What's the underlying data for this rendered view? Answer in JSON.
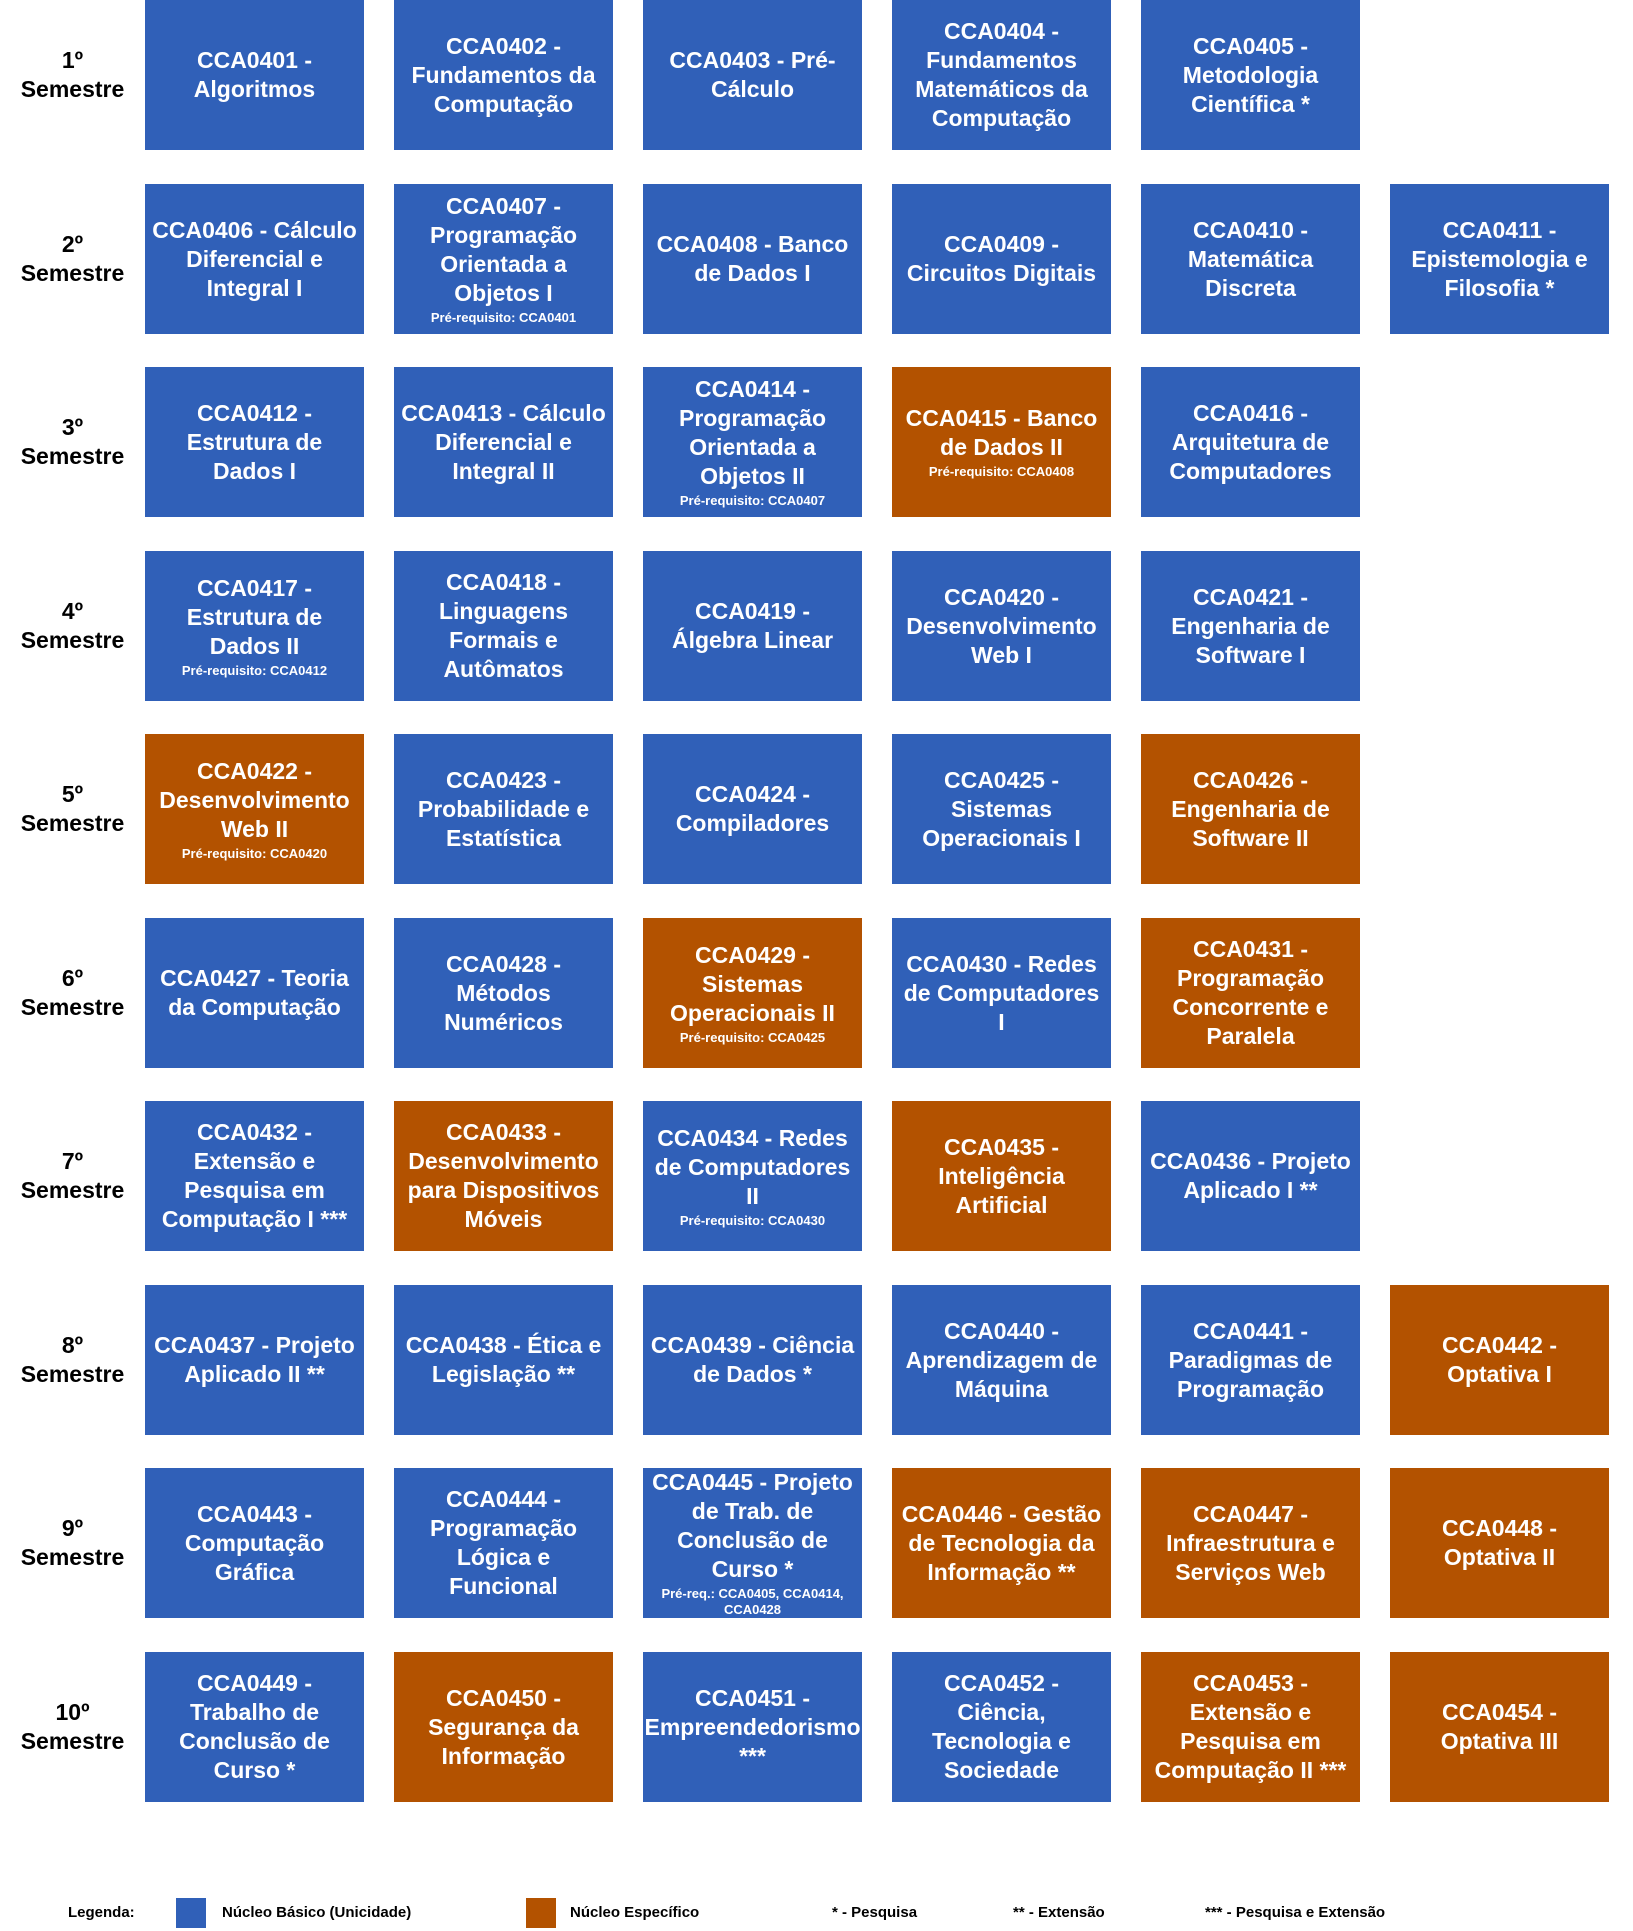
{
  "colors": {
    "basic": "#3060b8",
    "specific": "#b35200"
  },
  "semesters": [
    {
      "label": "1º\nSemestre",
      "courses": [
        {
          "title": "CCA0401 -\nAlgoritmos",
          "type": "basic"
        },
        {
          "title": "CCA0402 -\nFundamentos da\nComputação",
          "type": "basic"
        },
        {
          "title": "CCA0403 - Pré-\nCálculo",
          "type": "basic"
        },
        {
          "title": "CCA0404 -\nFundamentos\nMatemáticos da\nComputação",
          "type": "basic"
        },
        {
          "title": "CCA0405 -\nMetodologia\nCientífica *",
          "type": "basic"
        }
      ]
    },
    {
      "label": "2º\nSemestre",
      "courses": [
        {
          "title": "CCA0406 - Cálculo\nDiferencial e\nIntegral I",
          "type": "basic"
        },
        {
          "title": "CCA0407 -\nProgramação\nOrientada a\nObjetos I",
          "prereq": "Pré-requisito: CCA0401",
          "type": "basic"
        },
        {
          "title": "CCA0408 - Banco\nde Dados I",
          "type": "basic"
        },
        {
          "title": "CCA0409 -\nCircuitos Digitais",
          "type": "basic"
        },
        {
          "title": "CCA0410 -\nMatemática\nDiscreta",
          "type": "basic"
        },
        {
          "title": "CCA0411 -\nEpistemologia e\nFilosofia *",
          "type": "basic"
        }
      ]
    },
    {
      "label": "3º\nSemestre",
      "courses": [
        {
          "title": "CCA0412 -\nEstrutura de\nDados I",
          "type": "basic"
        },
        {
          "title": "CCA0413 - Cálculo\nDiferencial e\nIntegral II",
          "type": "basic"
        },
        {
          "title": "CCA0414 -\nProgramação\nOrientada a\nObjetos II",
          "prereq": "Pré-requisito: CCA0407",
          "type": "basic"
        },
        {
          "title": "CCA0415 - Banco\nde Dados II",
          "prereq": "Pré-requisito: CCA0408",
          "type": "specific"
        },
        {
          "title": "CCA0416 -\nArquitetura de\nComputadores",
          "type": "basic"
        }
      ]
    },
    {
      "label": "4º\nSemestre",
      "courses": [
        {
          "title": "CCA0417 -\nEstrutura de\nDados II",
          "prereq": "Pré-requisito: CCA0412",
          "type": "basic"
        },
        {
          "title": "CCA0418 -\nLinguagens\nFormais e\nAutômatos",
          "type": "basic"
        },
        {
          "title": "CCA0419 -\nÁlgebra Linear",
          "type": "basic"
        },
        {
          "title": "CCA0420 -\nDesenvolvimento\nWeb I",
          "type": "basic"
        },
        {
          "title": "CCA0421 -\nEngenharia de\nSoftware I",
          "type": "basic"
        }
      ]
    },
    {
      "label": "5º\nSemestre",
      "courses": [
        {
          "title": "CCA0422 -\nDesenvolvimento\nWeb II",
          "prereq": "Pré-requisito: CCA0420",
          "type": "specific"
        },
        {
          "title": "CCA0423 -\nProbabilidade e\nEstatística",
          "type": "basic"
        },
        {
          "title": "CCA0424 -\nCompiladores",
          "type": "basic"
        },
        {
          "title": "CCA0425 -\nSistemas\nOperacionais I",
          "type": "basic"
        },
        {
          "title": "CCA0426 -\nEngenharia de\nSoftware II",
          "type": "specific"
        }
      ]
    },
    {
      "label": "6º\nSemestre",
      "courses": [
        {
          "title": "CCA0427 - Teoria\nda Computação",
          "type": "basic"
        },
        {
          "title": "CCA0428 -\nMétodos\nNuméricos",
          "type": "basic"
        },
        {
          "title": "CCA0429 -\nSistemas\nOperacionais II",
          "prereq": "Pré-requisito: CCA0425",
          "type": "specific"
        },
        {
          "title": "CCA0430 - Redes\nde Computadores\nI",
          "type": "basic"
        },
        {
          "title": "CCA0431 -\nProgramação\nConcorrente e\nParalela",
          "type": "specific"
        }
      ]
    },
    {
      "label": "7º\nSemestre",
      "courses": [
        {
          "title": "CCA0432 -\nExtensão e\nPesquisa em\nComputação I ***",
          "type": "basic"
        },
        {
          "title": "CCA0433 -\nDesenvolvimento\npara Dispositivos\nMóveis",
          "type": "specific"
        },
        {
          "title": "CCA0434 - Redes\nde Computadores\nII",
          "prereq": "Pré-requisito: CCA0430",
          "type": "basic"
        },
        {
          "title": "CCA0435 -\nInteligência\nArtificial",
          "type": "specific"
        },
        {
          "title": "CCA0436 - Projeto\nAplicado I **",
          "type": "basic"
        }
      ]
    },
    {
      "label": "8º\nSemestre",
      "courses": [
        {
          "title": "CCA0437 - Projeto\nAplicado II **",
          "type": "basic"
        },
        {
          "title": "CCA0438 - Ética e\nLegislação **",
          "type": "basic"
        },
        {
          "title": "CCA0439 - Ciência\nde Dados *",
          "type": "basic"
        },
        {
          "title": "CCA0440 -\nAprendizagem de\nMáquina",
          "type": "basic"
        },
        {
          "title": "CCA0441 -\nParadigmas de\nProgramação",
          "type": "basic"
        },
        {
          "title": "CCA0442 -\nOptativa I",
          "type": "specific"
        }
      ]
    },
    {
      "label": "9º\nSemestre",
      "courses": [
        {
          "title": "CCA0443 -\nComputação\nGráfica",
          "type": "basic"
        },
        {
          "title": "CCA0444 -\nProgramação\nLógica e\nFuncional",
          "type": "basic"
        },
        {
          "title": "CCA0445 - Projeto\nde Trab. de\nConclusão de\nCurso *",
          "prereq": "Pré-req.: CCA0405, CCA0414,\nCCA0428",
          "type": "basic"
        },
        {
          "title": "CCA0446 - Gestão\nde Tecnologia da\nInformação **",
          "type": "specific"
        },
        {
          "title": "CCA0447 -\nInfraestrutura e\nServiços Web",
          "type": "specific"
        },
        {
          "title": "CCA0448 -\nOptativa II",
          "type": "specific"
        }
      ]
    },
    {
      "label": "10º\nSemestre",
      "courses": [
        {
          "title": "CCA0449 -\nTrabalho de\nConclusão de\nCurso *",
          "type": "basic"
        },
        {
          "title": "CCA0450 -\nSegurança da\nInformação",
          "type": "specific"
        },
        {
          "title": "CCA0451 -\nEmpreendedorismo\n***",
          "type": "basic"
        },
        {
          "title": "CCA0452 -\nCiência,\nTecnologia e\nSociedade",
          "type": "basic"
        },
        {
          "title": "CCA0453 -\nExtensão e\nPesquisa em\nComputação II ***",
          "type": "specific"
        },
        {
          "title": "CCA0454 -\nOptativa III",
          "type": "specific"
        }
      ]
    }
  ],
  "legend": {
    "label": "Legenda:",
    "basic_label": "Núcleo Básico (Unicidade)",
    "specific_label": "Núcleo Específico",
    "note1": "* - Pesquisa",
    "note2": "** - Extensão",
    "note3": "*** - Pesquisa e Extensão"
  }
}
